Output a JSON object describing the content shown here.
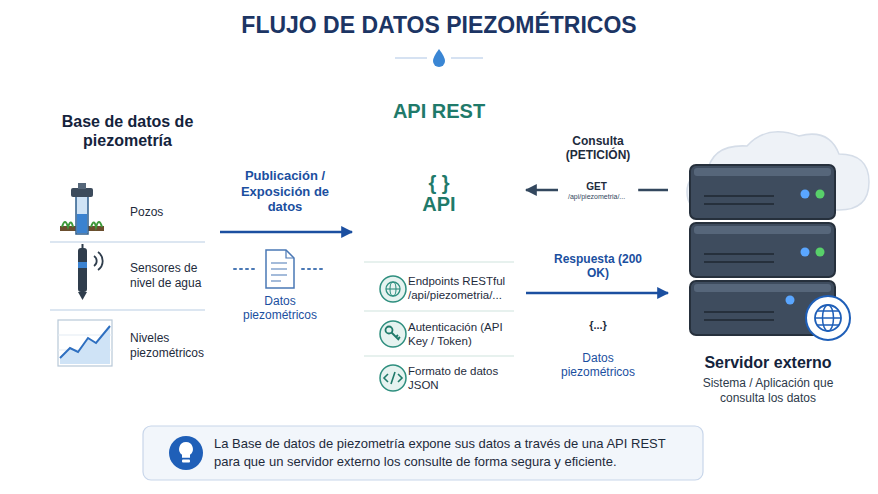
{
  "diagram": {
    "title": "FLUJO DE DATOS PIEZOMÉTRICOS",
    "caption": "La Base de datos de piezometría expone sus datos a través de una API REST para que un servidor externo los consulte de forma segura y eficiente.",
    "nodes": [
      {
        "text": [
          "Base de datos de piezometría"
        ]
      },
      {
        "text": [
          "Pozos"
        ],
        "in": 0
      },
      {
        "text": [
          "Sensores de nivel de agua"
        ],
        "in": 0
      },
      {
        "text": [
          "Niveles piezométricos"
        ],
        "in": 0
      },
      {
        "text": [
          "API REST"
        ]
      },
      {
        "text": [
          "{ }",
          "API"
        ],
        "in": 4
      },
      {
        "text": [
          "Endpoints RESTful /api/piezometria/..."
        ],
        "in": 4
      },
      {
        "text": [
          "Autenticación (API Key / Token)"
        ],
        "in": 4
      },
      {
        "text": [
          "Formato de datos JSON"
        ],
        "in": 4
      },
      {
        "text": [
          "GET",
          "/api/piezometria/..."
        ]
      },
      {
        "text": [
          "{...}",
          "Datos piezométricos"
        ]
      },
      {
        "text": [
          "Servidor externo",
          "Sistema / Aplicación que consulta los datos"
        ]
      }
    ],
    "edges": [
      {
        "from": 0,
        "to": 4,
        "label": "Publicación / Exposición de datos",
        "arrow": "to"
      },
      {
        "from": 11,
        "to": 4,
        "label": "Consulta (PETICIÓN)",
        "arrow": "to"
      },
      {
        "from": 4,
        "to": 11,
        "label": "Respuesta (200 OK)",
        "arrow": "to"
      }
    ],
    "labels": [
      "Datos piezométricos"
    ]
  }
}
